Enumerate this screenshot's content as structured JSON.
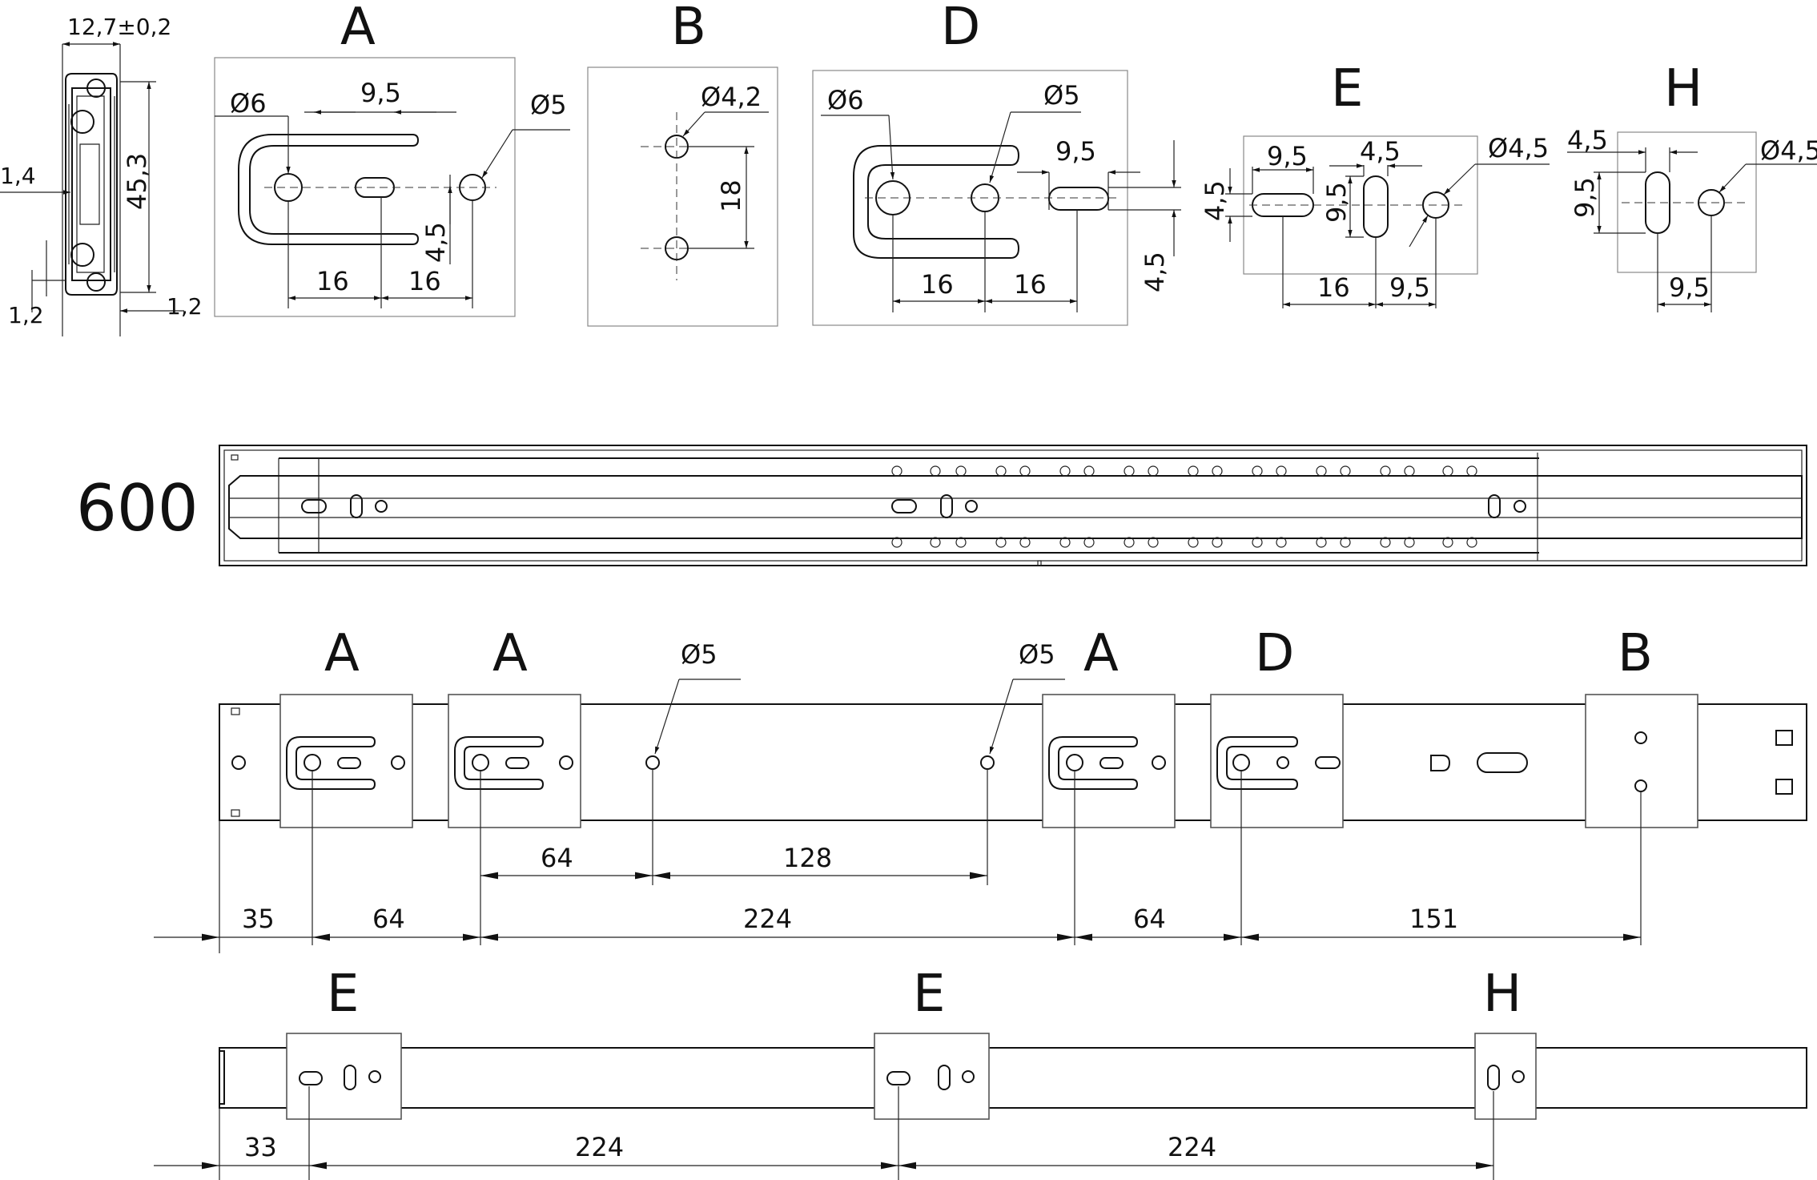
{
  "profile": {
    "width_label": "12,7±0,2",
    "height_label": "45,3",
    "left_offset_label": "1,4",
    "bottom_left_label": "1,2",
    "bottom_right_label": "1,2"
  },
  "details": {
    "A": {
      "title": "A",
      "hole_large": "Ø6",
      "hole_small": "Ø5",
      "slot_len": "9,5",
      "offset": "4,5",
      "spacing_1": "16",
      "spacing_2": "16"
    },
    "B": {
      "title": "B",
      "hole": "Ø4,2",
      "spacing": "18"
    },
    "D": {
      "title": "D",
      "hole_large": "Ø6",
      "hole_small": "Ø5",
      "slot_len": "9,5",
      "offset": "4,5",
      "spacing_1": "16",
      "spacing_2": "16"
    },
    "E": {
      "title": "E",
      "slot_h_len": "9,5",
      "slot_v_w": "4,5",
      "slot_v_len": "9,5",
      "slot_h_w": "4,5",
      "hole": "Ø4,5",
      "spacing_1": "16",
      "spacing_2": "9,5"
    },
    "H": {
      "title": "H",
      "slot_w": "4,5",
      "slot_len": "9,5",
      "hole": "Ø4,5",
      "spacing": "9,5"
    }
  },
  "side_view": {
    "length_label": "600"
  },
  "cabinet_rail": {
    "labels": [
      "A",
      "A",
      "A",
      "D",
      "B"
    ],
    "hole_note_1": "Ø5",
    "hole_note_2": "Ø5",
    "upper_dims": [
      "64",
      "128"
    ],
    "lower_dims": [
      "35",
      "64",
      "224",
      "64",
      "151"
    ]
  },
  "drawer_rail": {
    "labels": [
      "E",
      "E",
      "H"
    ],
    "dims": [
      "33",
      "224",
      "224"
    ]
  }
}
